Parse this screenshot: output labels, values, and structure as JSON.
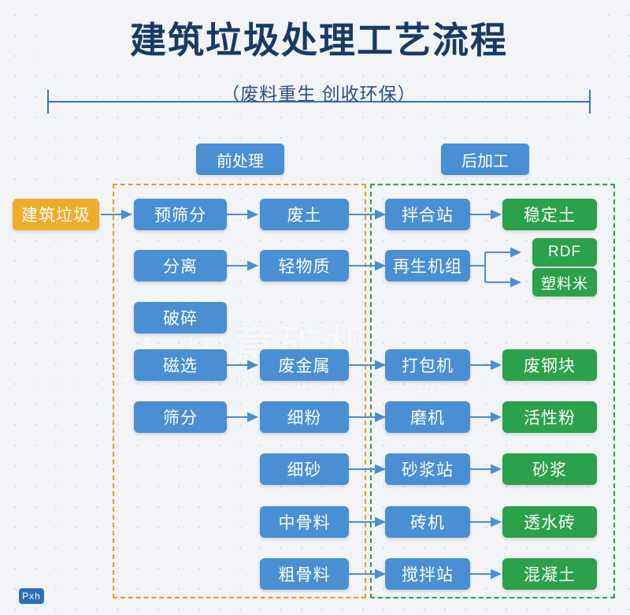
{
  "header": {
    "title": "建筑垃圾处理工艺流程",
    "subtitle": "（废料重生  创收环保）"
  },
  "watermark": {
    "logo_glyph": "人",
    "cn": "中意矿机",
    "en": "ZOONYE  ZhongYi Kuangji"
  },
  "groups": [
    {
      "name": "pre",
      "label": "前处理",
      "border_color": "#e3a11c"
    },
    {
      "name": "post",
      "label": "后加工",
      "border_color": "#2aa14a"
    }
  ],
  "colors": {
    "blue": "#4a8fd4",
    "green": "#2aa14a",
    "orange": "#f0ad2a",
    "title": "#183a66",
    "rule": "#3f72b8"
  },
  "nodes": {
    "source": "建筑垃圾",
    "col1": [
      "预筛分",
      "分离",
      "破碎",
      "磁选",
      "筛分"
    ],
    "col2": [
      "废土",
      "轻物质",
      "废金属",
      "细粉",
      "细砂",
      "中骨料",
      "粗骨料"
    ],
    "col3": [
      "拌合站",
      "再生机组",
      "打包机",
      "磨机",
      "砂浆站",
      "砖机",
      "搅拌站"
    ],
    "col4": [
      "稳定土",
      "RDF",
      "塑料米",
      "废钢块",
      "活性粉",
      "砂浆",
      "透水砖",
      "混凝土"
    ]
  },
  "badge": "Pxh"
}
